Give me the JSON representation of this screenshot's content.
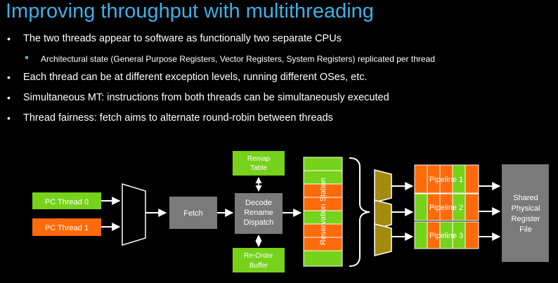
{
  "title": "Improving throughput with multithreading",
  "bullets": [
    "The two threads appear to software as functionally two separate CPUs",
    "Architectural state (General Purpose Registers, Vector Registers, System Registers) replicated per thread",
    "Each thread can be at different exception levels, running different OSes, etc.",
    "Simultaneous MT: instructions from both threads can be simultaneously executed",
    "Thread fairness: fetch aims to alternate round-robin between threads"
  ],
  "diagram": {
    "pc_thread0": "PC Thread 0",
    "pc_thread1": "PC Thread 1",
    "fetch": "Fetch",
    "decode_l1": "Decode",
    "decode_l2": "Rename",
    "decode_l3": "Dispatch",
    "remap_l1": "Remap",
    "remap_l2": "Table",
    "rob_l1": "Re-Order",
    "rob_l2": "Buffer",
    "reservation_station": "Reservation Station",
    "pipeline1": "Pipeline 1",
    "pipeline2": "Pipeline 2",
    "pipeline3": "Pipeline 3",
    "prf_l1": "Shared",
    "prf_l2": "Physical",
    "prf_l3": "Register",
    "prf_l4": "File"
  },
  "colors": {
    "title": "#3fb0e6",
    "green": "#76d21a",
    "orange": "#ff6a0a",
    "gray": "#7a7a7a",
    "mux": "#a48b10"
  }
}
